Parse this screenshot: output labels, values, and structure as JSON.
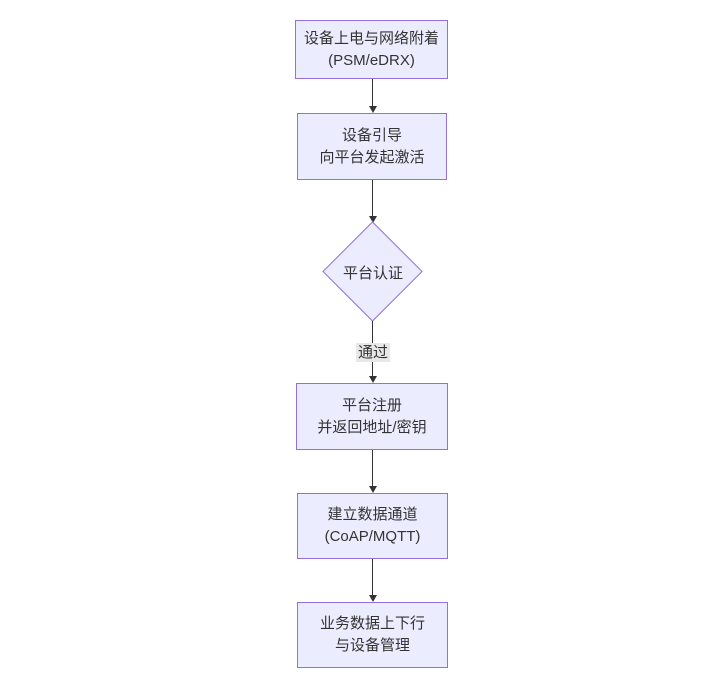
{
  "diagram": {
    "type": "flowchart",
    "direction": "top-down",
    "style": {
      "background": "#FFFFFF",
      "node_fill": "#ECECFF",
      "node_border": "#9370DB",
      "text_color": "#333333",
      "arrow_color": "#333333",
      "edge_label_bg": "#E8E8E8"
    },
    "nodes": [
      {
        "id": "start",
        "shape": "rectangle",
        "lines": [
          "设备上电与网络附着",
          "(PSM/eDRX)"
        ]
      },
      {
        "id": "bootstrap",
        "shape": "rectangle",
        "lines": [
          "设备引导",
          "向平台发起激活"
        ]
      },
      {
        "id": "auth",
        "shape": "diamond",
        "lines": [
          "平台认证"
        ]
      },
      {
        "id": "register",
        "shape": "rectangle",
        "lines": [
          "平台注册",
          "并返回地址/密钥"
        ]
      },
      {
        "id": "channel",
        "shape": "rectangle",
        "lines": [
          "建立数据通道",
          "(CoAP/MQTT)"
        ]
      },
      {
        "id": "business",
        "shape": "rectangle",
        "lines": [
          "业务数据上下行",
          "与设备管理"
        ]
      }
    ],
    "edges": [
      {
        "from": "start",
        "to": "bootstrap",
        "label": ""
      },
      {
        "from": "bootstrap",
        "to": "auth",
        "label": ""
      },
      {
        "from": "auth",
        "to": "register",
        "label": "通过"
      },
      {
        "from": "register",
        "to": "channel",
        "label": ""
      },
      {
        "from": "channel",
        "to": "business",
        "label": ""
      }
    ]
  }
}
